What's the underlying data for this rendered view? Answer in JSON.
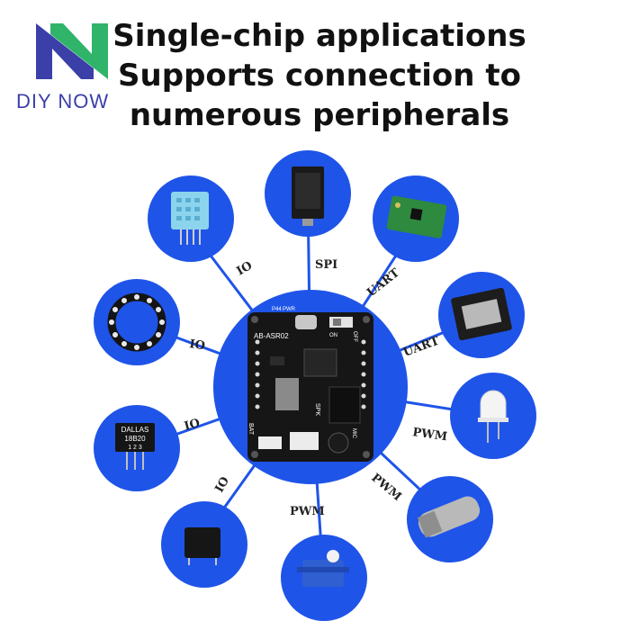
{
  "brand": {
    "name": "DIY NOW"
  },
  "headline": [
    "Single-chip applications",
    "Supports connection to",
    "numerous peripherals"
  ],
  "board": {
    "model": "AB-ASR02",
    "pins": [
      "P44",
      "PWR",
      "OFF",
      "ON",
      "BAT",
      "SPK",
      "MIC"
    ]
  },
  "peripherals": [
    {
      "id": "dht-sensor",
      "interface": "IO"
    },
    {
      "id": "tft-display",
      "interface": "SPI"
    },
    {
      "id": "rf-module",
      "interface": "UART"
    },
    {
      "id": "esp-module",
      "interface": "UART"
    },
    {
      "id": "led",
      "interface": "PWM"
    },
    {
      "id": "dc-motor",
      "interface": "PWM"
    },
    {
      "id": "servo",
      "interface": "PWM"
    },
    {
      "id": "relay",
      "interface": "IO"
    },
    {
      "id": "ds18b20",
      "interface": "IO",
      "chip_text": [
        "DALLAS",
        "18B20",
        "1 2 3"
      ]
    },
    {
      "id": "led-ring",
      "interface": "IO"
    }
  ],
  "colors": {
    "blue": "#1f54e8",
    "brand": "#3b3fa8",
    "brand_green": "#2fb46a"
  }
}
